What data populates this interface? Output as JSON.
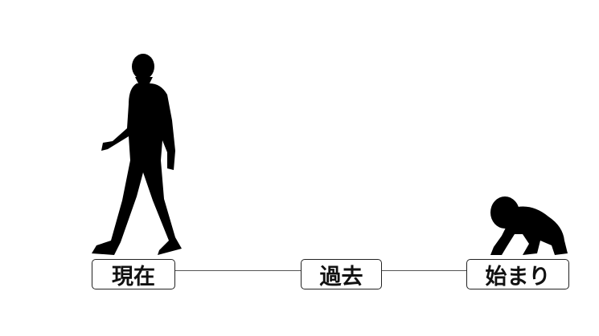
{
  "labels": {
    "present": "現在",
    "past": "過去",
    "beginning": "始まり"
  },
  "colors": {
    "silhouette": "#000000",
    "line": "#555555"
  }
}
